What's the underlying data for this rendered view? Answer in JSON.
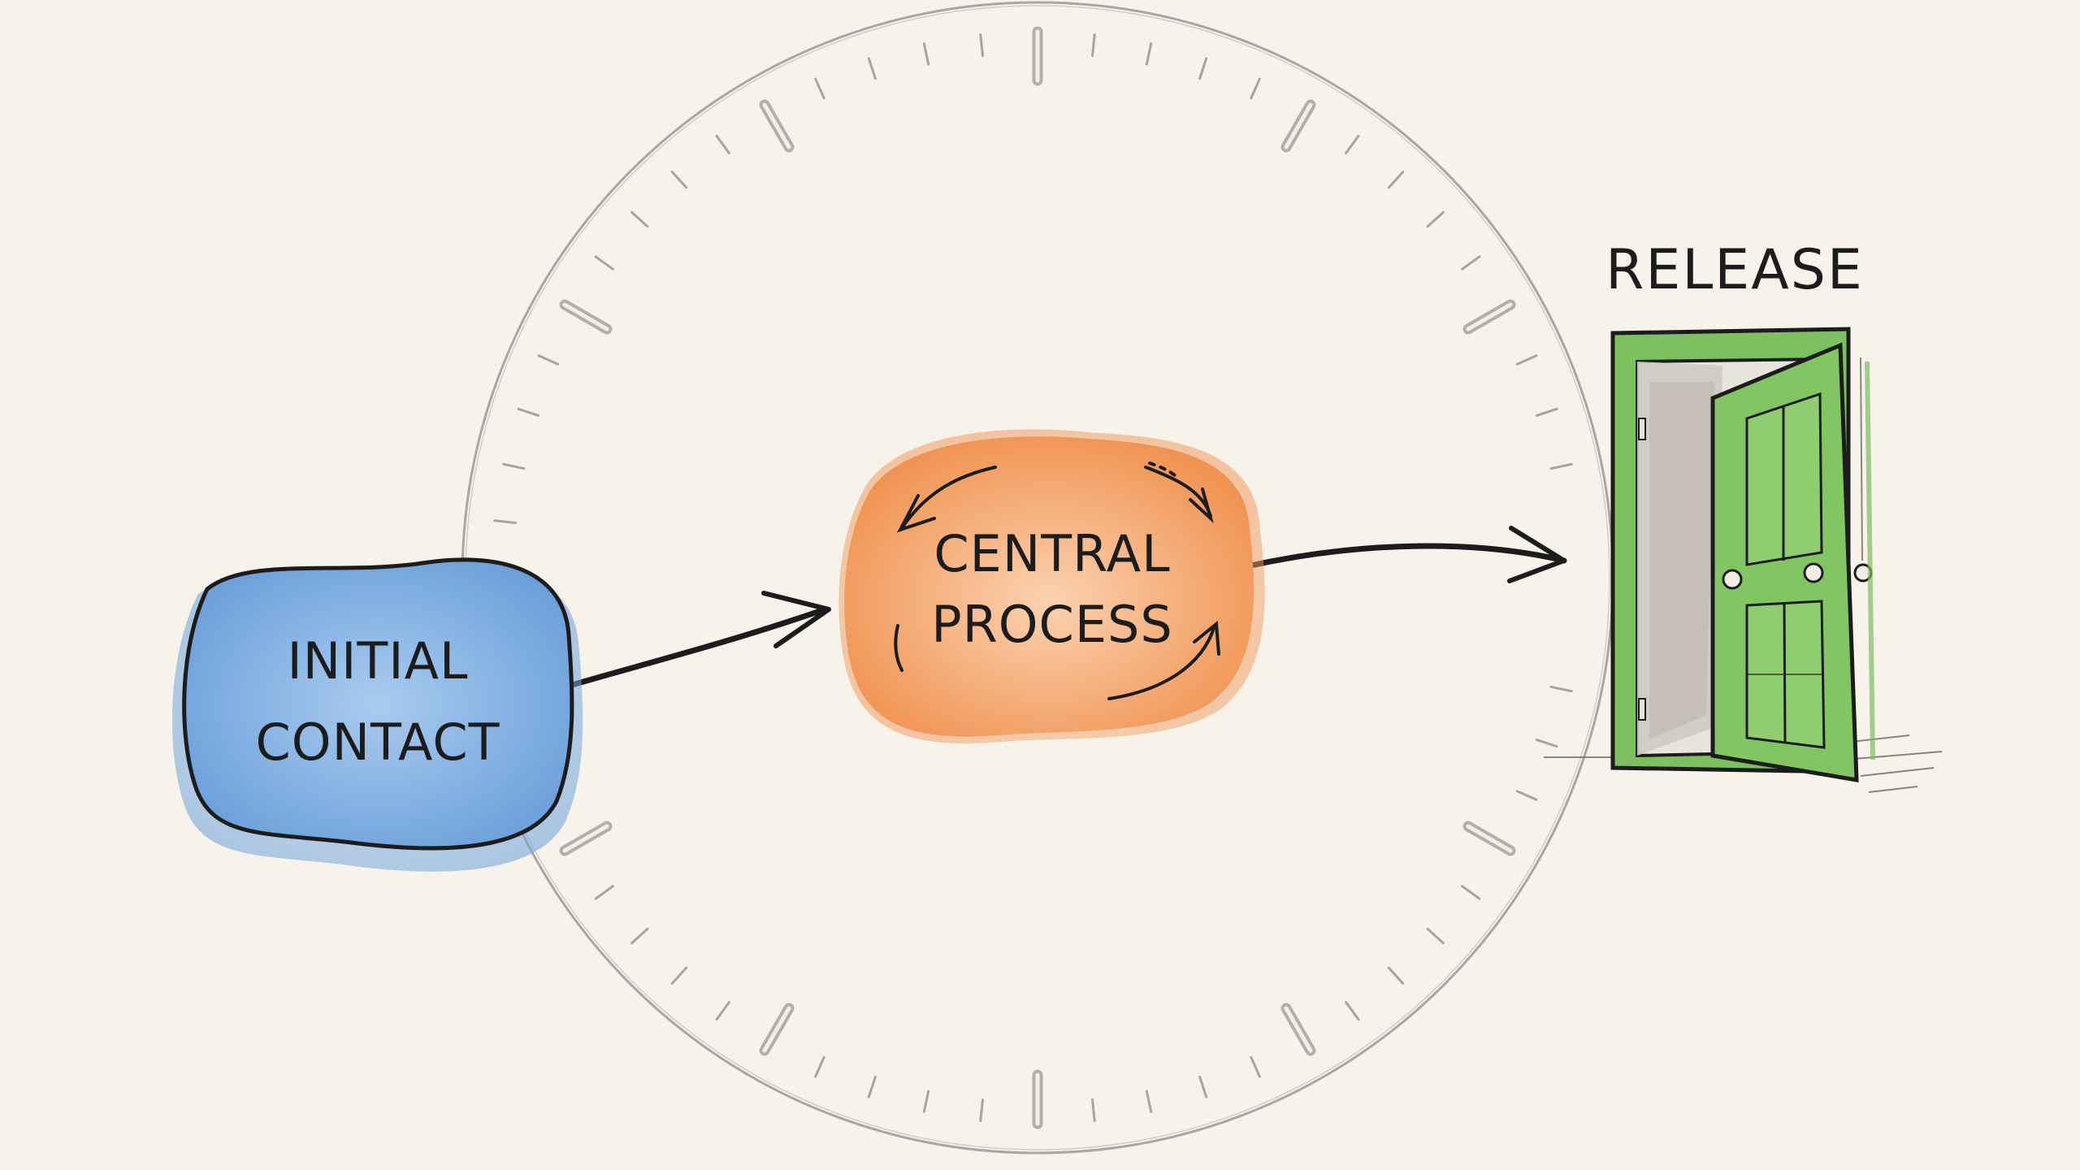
{
  "diagram": {
    "nodes": {
      "initial": {
        "line1": "INITIAL",
        "line2": "CONTACT",
        "color": "#7eaee0"
      },
      "central": {
        "line1": "CENTRAL",
        "line2": "PROCESS",
        "color": "#f2a064"
      },
      "release": {
        "label": "RELEASE",
        "color": "#7cc060"
      }
    },
    "edges": [
      {
        "from": "initial",
        "to": "central"
      },
      {
        "from": "central",
        "to": "release"
      }
    ],
    "background_element": "clock-dial-icon",
    "icons": [
      "clock-dial-icon",
      "open-door-icon",
      "arrow-icon",
      "cycle-arrow-icon"
    ]
  }
}
